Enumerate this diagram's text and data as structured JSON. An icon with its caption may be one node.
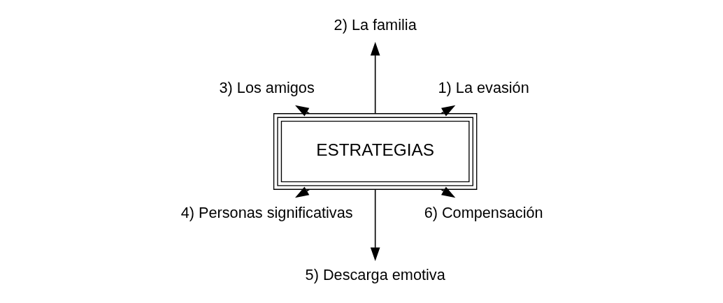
{
  "diagram": {
    "nodes": [
      {
        "text": [
          "ESTRATEGIAS"
        ]
      },
      {
        "text": [
          "1) La evasión"
        ]
      },
      {
        "text": [
          "2) La familia"
        ]
      },
      {
        "text": [
          "3) Los amigos"
        ]
      },
      {
        "text": [
          "4) Personas significativas"
        ]
      },
      {
        "text": [
          "5) Descarga emotiva"
        ]
      },
      {
        "text": [
          "6) Compensación"
        ]
      }
    ],
    "edges": [
      {
        "from": 0,
        "to": 1,
        "arrow": "to"
      },
      {
        "from": 0,
        "to": 2,
        "arrow": "to"
      },
      {
        "from": 0,
        "to": 3,
        "arrow": "to"
      },
      {
        "from": 0,
        "to": 4,
        "arrow": "to"
      },
      {
        "from": 0,
        "to": 5,
        "arrow": "to"
      },
      {
        "from": 0,
        "to": 6,
        "arrow": "to"
      }
    ]
  }
}
